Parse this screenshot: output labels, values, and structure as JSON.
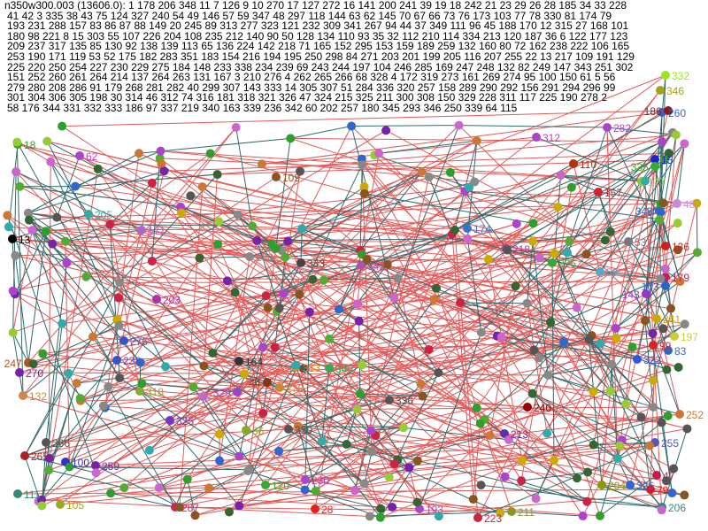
{
  "header": {
    "lines": [
      "n350w300.003 (13606.0): 1 178 206 348 11 7 126 9 10 270 17 127 272 16 141 200 241 39 19 18 242 21 23 29 26 28 185 34 33 228",
      "41 42 3 335 38 43 75 124 327 240 54 49 146 57 59 347 48 297 118 144 63 62 145 70 67 66 73 76 173 103 77 78 330 81 174 79",
      "193 231 288 157 83 86 87 88 149 20 245 89 313 277 323 121 232 309 341 267 94 44 37 349 111 96 45 188 170 12 315 27 168 101",
      "180 98 221 8 15 303 55 107 226 204 108 235 212 140 90 50 128 134 110 93 35 32 112 210 114 334 213 120 187 36 6 122 177 123",
      "209 237 317 135 85 130 92 138 139 113 65 136 224 142 218 71 165 152 295 153 159 189 259 132 160 80 72 162 238 222 106 165",
      "253 190 171 119 53 52 175 182 283 351 183 154 216 194 195 250 298 84 271 203 201 199 205 116 207 255 22 13 217 109 191 129",
      "225 220 250 254 227 230 229 275 184 148 233 338 234 239 69 243 244 197 104 246 285 169 247 248 132 82 249 147 343 251 302",
      "151 252 260 261 264 214 137 264 263 131 167 3 210 276 4 262 265 266 68 328 4 172 319 273 161 269 274 95 100 150 61 5 56",
      "279 280 208 286 91 179 268 281 282 40 299 307 143 333 14 305 307 51 284 336 320 257 158 289 290 292 156 291 294 296 99",
      "301 304 306 305 198 30 314 46 312 74 316 181 318 321 326 47 324 215 325 211 300 308 150 329 228 311 117 225 190 278 2",
      "58 176 344 331 332 333 186 97 337 219 340 163 339 236 342 60 202 257 180 345 293 346 250 339 64 115"
    ]
  },
  "graph": {
    "edge_colors": {
      "tour": "#e25a5a",
      "mst": "#2f6b6b"
    },
    "nodes": [
      {
        "label": "18",
        "color": "#2e9e2e"
      },
      {
        "label": "13",
        "color": "#000000"
      },
      {
        "label": "332",
        "color": "#99e61a"
      },
      {
        "label": "346",
        "color": "#a3a31a"
      },
      {
        "label": "260",
        "color": "#3366cc"
      },
      {
        "label": "186",
        "color": "#8b1a1a"
      },
      {
        "label": "15",
        "color": "#2222cc"
      },
      {
        "label": "335",
        "color": "#33b033"
      },
      {
        "label": "48",
        "color": "#cc88dd"
      },
      {
        "label": "343",
        "color": "#3366cc"
      },
      {
        "label": "136",
        "color": "#cc2222"
      },
      {
        "label": "179",
        "color": "#cc1a5a"
      },
      {
        "label": "103",
        "color": "#2266cc"
      },
      {
        "label": "143",
        "color": "#9933cc"
      },
      {
        "label": "241",
        "color": "#ccaa00"
      },
      {
        "label": "197",
        "color": "#cccc33"
      },
      {
        "label": "83",
        "color": "#3366cc"
      },
      {
        "label": "322",
        "color": "#3355dd"
      },
      {
        "label": "99",
        "color": "#dd2222"
      },
      {
        "label": "252",
        "color": "#cc7733"
      },
      {
        "label": "255",
        "color": "#5555bb"
      },
      {
        "label": "47",
        "color": "#cc1a4a"
      },
      {
        "label": "79",
        "color": "#ee1111"
      },
      {
        "label": "206",
        "color": "#338877"
      },
      {
        "label": "111",
        "color": "#338877"
      },
      {
        "label": "105",
        "color": "#99aa22"
      },
      {
        "label": "287",
        "color": "#cc2266"
      },
      {
        "label": "28",
        "color": "#dd2222"
      },
      {
        "label": "193",
        "color": "#aa44cc"
      },
      {
        "label": "223",
        "color": "#cc2244"
      },
      {
        "label": "211",
        "color": "#889922"
      },
      {
        "label": "265",
        "color": "#aa2222"
      },
      {
        "label": "100",
        "color": "#3333cc"
      },
      {
        "label": "259",
        "color": "#7722aa"
      },
      {
        "label": "266",
        "color": "#555555"
      },
      {
        "label": "270",
        "color": "#7722aa"
      },
      {
        "label": "247",
        "color": "#aa5522"
      },
      {
        "label": "132",
        "color": "#cc8844"
      },
      {
        "label": "336",
        "color": "#555555"
      },
      {
        "label": "320",
        "color": "#555555"
      },
      {
        "label": "36",
        "color": "#88aa22"
      },
      {
        "label": "278",
        "color": "#cc8833"
      },
      {
        "label": "340",
        "color": "#33aa55"
      },
      {
        "label": "313",
        "color": "#ee8800"
      },
      {
        "label": "164",
        "color": "#333333"
      },
      {
        "label": "44",
        "color": "#883311"
      },
      {
        "label": "329",
        "color": "#9944cc"
      },
      {
        "label": "325",
        "color": "#7733cc"
      },
      {
        "label": "318",
        "color": "#88aa33"
      },
      {
        "label": "275",
        "color": "#3355cc"
      },
      {
        "label": "238",
        "color": "#3355cc"
      },
      {
        "label": "203",
        "color": "#aa33aa"
      },
      {
        "label": "110",
        "color": "#aa3311"
      },
      {
        "label": "157",
        "color": "#cc2233"
      },
      {
        "label": "53",
        "color": "#777777"
      },
      {
        "label": "174",
        "color": "#3377cc"
      },
      {
        "label": "218",
        "color": "#aa33aa"
      },
      {
        "label": "226",
        "color": "#33aa33"
      },
      {
        "label": "59",
        "color": "#55aacc"
      },
      {
        "label": "109",
        "color": "#885522"
      },
      {
        "label": "333",
        "color": "#444444"
      },
      {
        "label": "188",
        "color": "#888888"
      },
      {
        "label": "177",
        "color": "#88cc33"
      },
      {
        "label": "342",
        "color": "#aa55aa"
      },
      {
        "label": "240",
        "color": "#990000"
      },
      {
        "label": "213",
        "color": "#5533aa"
      },
      {
        "label": "204",
        "color": "#889900"
      },
      {
        "label": "120",
        "color": "#33aa33"
      },
      {
        "label": "230",
        "color": "#aa44cc"
      },
      {
        "label": "62",
        "color": "#aa44cc"
      },
      {
        "label": "282",
        "color": "#aa44cc"
      },
      {
        "label": "312",
        "color": "#aa44cc"
      },
      {
        "label": "205",
        "color": "#33aaaa"
      },
      {
        "label": "171",
        "color": "#aa66cc"
      },
      {
        "label": "326",
        "color": "#3366cc"
      }
    ]
  }
}
